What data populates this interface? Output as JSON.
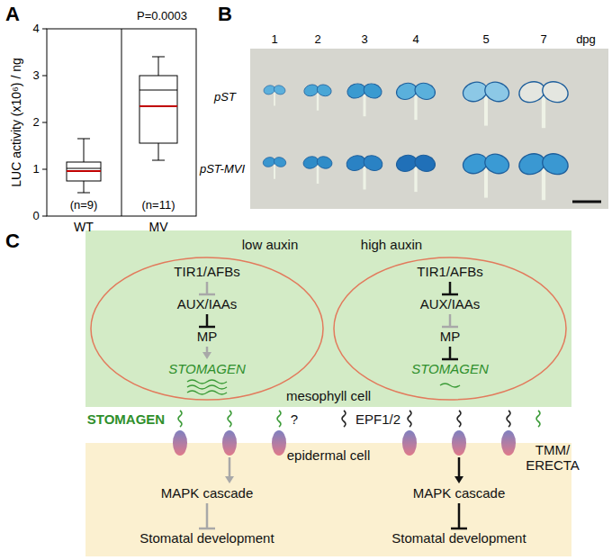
{
  "diagram": {
    "nodes": [
      {
        "text": [
          "mesophyll cell"
        ]
      },
      {
        "text": [
          "low auxin",
          "TIR1/AFBs",
          "AUX/IAAs",
          "MP",
          "STOMAGEN"
        ],
        "in": 0
      },
      {
        "text": [
          "high auxin",
          "TIR1/AFBs",
          "AUX/IAAs",
          "MP",
          "STOMAGEN"
        ],
        "in": 0
      },
      {
        "text": [
          "epidermal cell"
        ]
      }
    ],
    "labels": [
      "A",
      "P=0.0003",
      "4",
      "3",
      "2",
      "1",
      "0",
      "LUC activity (x10⁶) / ng",
      "(n=9)",
      "(n=11)",
      "WT",
      "MV",
      "B",
      "1",
      "2",
      "3",
      "4",
      "5",
      "7",
      "dpg",
      "pST",
      "pST-MVI",
      "C",
      "STOMAGEN",
      "?",
      "EPF1/2",
      "TMM/ ERECTA",
      "MAPK cascade",
      "Stomatal development",
      "MAPK cascade",
      "Stomatal development"
    ]
  }
}
